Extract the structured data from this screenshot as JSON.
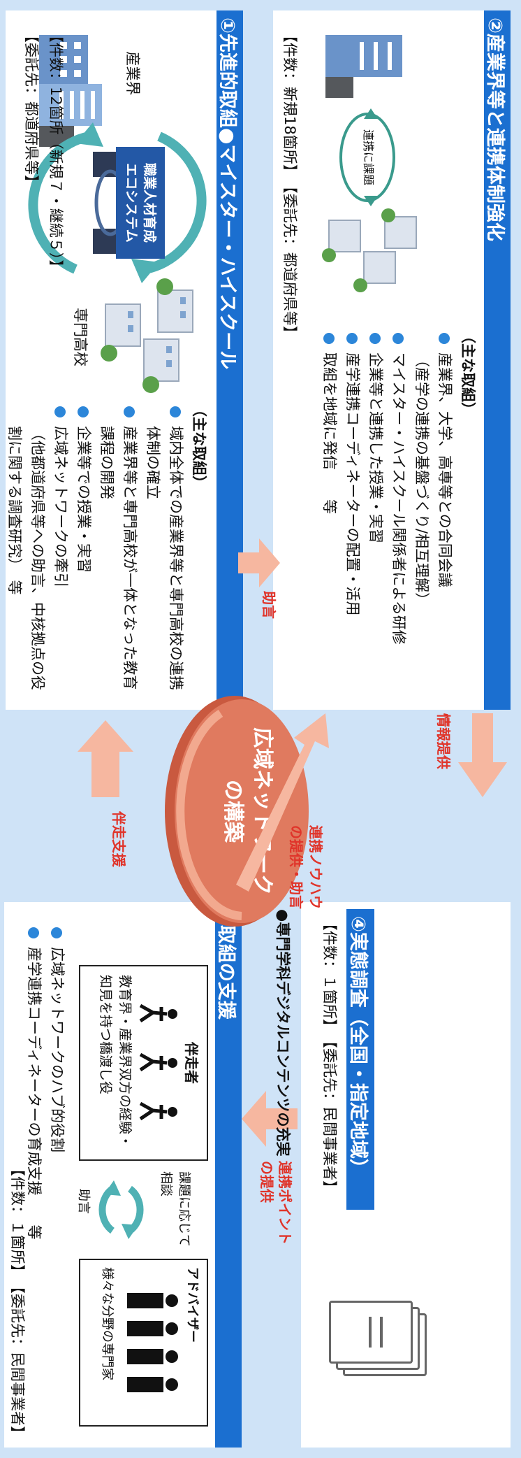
{
  "section1": {
    "heading": "①先進的取組●マイスター・ハイスクール",
    "industry_label": "産業界",
    "school_label": "専門高校",
    "ecosystem_label": "職業人材育成\nエコシステム",
    "main_title": "（主な取組）",
    "items": [
      "域内全体での産業界等と専門高校の連携体制の確立",
      "産業界等と専門高校が一体となった教育課程の開発",
      "企業等での授業・実習",
      "広域ネットワークの牽引"
    ],
    "note": "（他都道府県等への助言、中核拠点の役割に関する調査研究）　等",
    "count": "【件数：12箇所（新規７・継続５）】",
    "client": "【委託先：都道府県等】"
  },
  "section2": {
    "heading": "②産業界等と連携体制強化",
    "issue_label": "連携に課題",
    "main_title": "（主な取組）",
    "items": [
      "産業界、大学、高専等との合同会議",
      "マイスター・ハイスクール関係者による研修",
      "企業等と連携した授業・実習",
      "産学連携コーディネーターの配置・活用",
      "取組を地域に発信　　等"
    ],
    "item1_sub": "（産学の連携の基盤づくり/相互理解）",
    "footer": "【件数：新規18箇所】　【委託先：都道府県等】"
  },
  "section3": {
    "heading": "③取組の支援",
    "companion_title": "伴走者",
    "companion_desc": "教育界・産業界双方の経験・知見を持つ橋渡し役",
    "consult_label": "課題に応じて相談",
    "advice_label": "助言",
    "advisor_title": "アドバイザー",
    "advisor_desc": "様々な分野の専門家",
    "items": [
      "広域ネットワークのハブ的役割",
      "産学連携コーディネーターの育成支援　　等"
    ],
    "footer": "【件数：１箇所】　【委託先：民間事業者】"
  },
  "section4": {
    "heading": "④実態調査（全国・指定地域）",
    "footer": "【件数：１箇所】　【委託先：民間事業者】"
  },
  "network": {
    "label": "広域ネットワーク\nの構築"
  },
  "arrows": {
    "companion_support": "伴走支援",
    "advice": "助言",
    "knowhow": "連携ノウハウ\nの提供・助言",
    "info": "情報提供",
    "points": "連携ポイント\nの提供"
  },
  "bottom_note": "●専門学科デジタルコンテンツの充実",
  "colors": {
    "header_blue": "#1b6fd0",
    "bg_blue": "#cfe3f7",
    "arrow_salmon": "#f6b7a0",
    "red_text": "#e0342a",
    "network": "#e07a5f",
    "bullet": "#2c86d9"
  }
}
